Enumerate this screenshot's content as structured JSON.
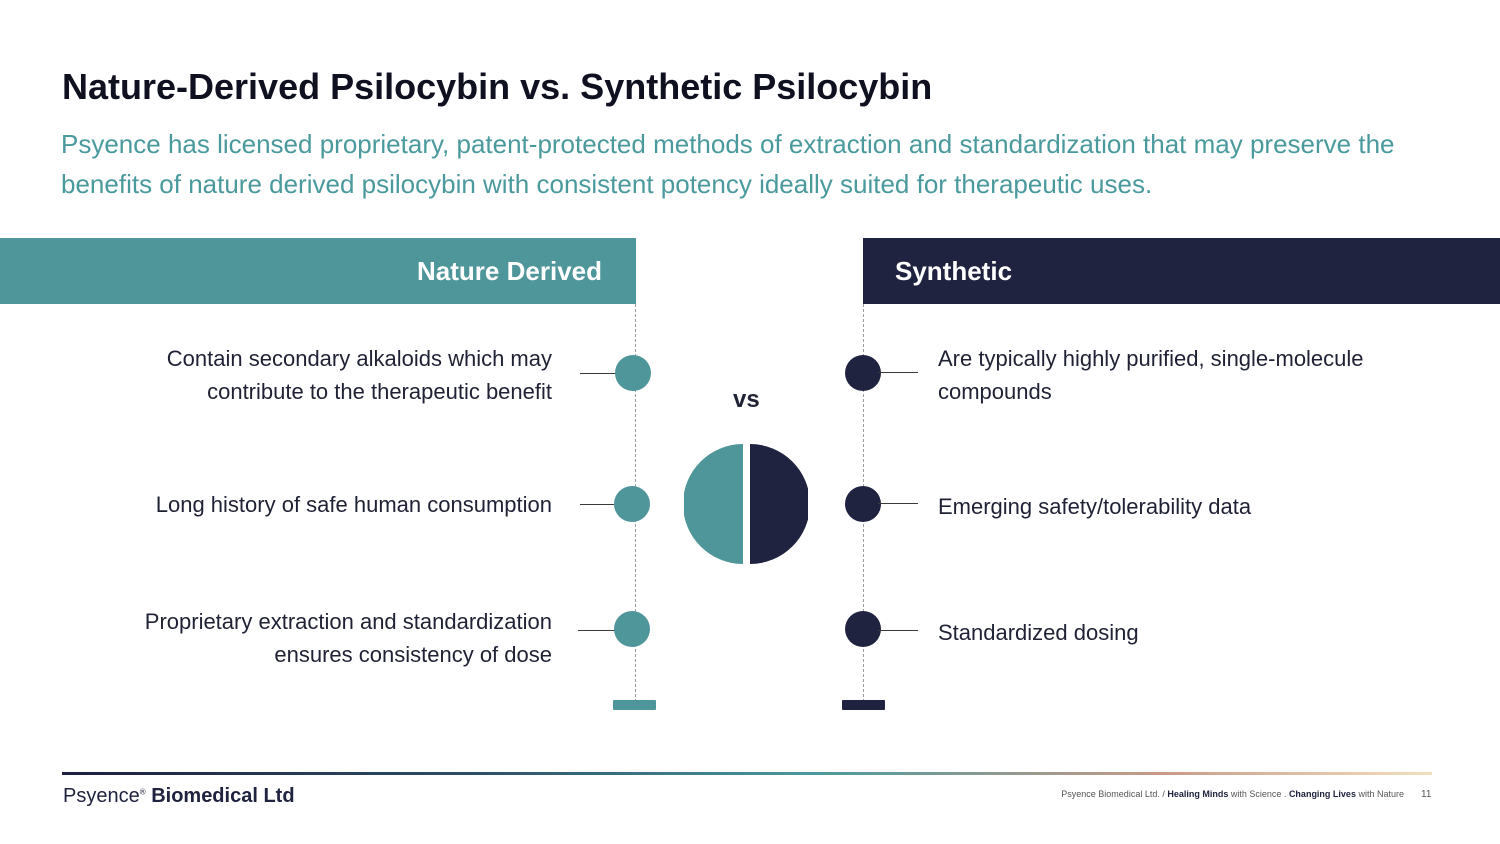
{
  "title": "Nature-Derived Psilocybin vs. Synthetic Psilocybin",
  "subtitle": "Psyence has licensed proprietary, patent-protected methods of extraction and standardization that may preserve the benefits of nature derived psilocybin with consistent potency ideally suited for therapeutic uses.",
  "left_header": "Nature Derived",
  "right_header": "Synthetic",
  "vs_label": "vs",
  "left_items": [
    "Contain secondary alkaloids which may contribute to the therapeutic benefit",
    "Long history of safe human consumption",
    "Proprietary extraction and standardization ensures consistency of dose"
  ],
  "right_items": [
    "Are typically highly purified, single-molecule compounds",
    "Emerging safety/tolerability data",
    "Standardized dosing"
  ],
  "footer": {
    "logo_part1": "Psyence",
    "logo_part2": "Biomedical Ltd",
    "note_company": "Psyence Biomedical Ltd. /",
    "note_bold1": "Healing Minds",
    "note_mid": "with Science .",
    "note_bold2": "Changing Lives",
    "note_end": "with Nature",
    "page_number": "11"
  },
  "colors": {
    "teal": "#4e9699",
    "navy": "#20233f",
    "subtitle": "#4a9a9d"
  }
}
